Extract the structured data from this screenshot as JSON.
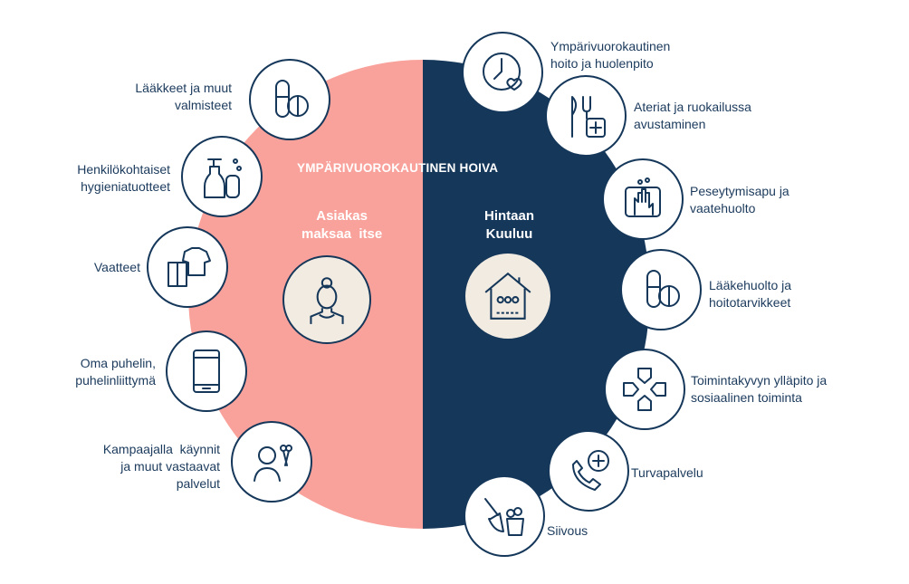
{
  "title": "YMPÄRIVUOROKAUTINEN HOIVA",
  "left": {
    "heading": "Asiakas\nmaksaa  itse",
    "center_icon": "elderly-woman-icon",
    "color": "#f9a29b",
    "items": [
      {
        "label": "Lääkkeet ja muut\nvalmisteet",
        "icon": "pills-icon"
      },
      {
        "label": "Henkilökohtaiset\nhygieniatuotteet",
        "icon": "soap-bottles-icon"
      },
      {
        "label": "Vaatteet",
        "icon": "clothes-icon"
      },
      {
        "label": "Oma puhelin,\npuhelinliittymä",
        "icon": "phone-icon"
      },
      {
        "label": "Kampaajalla  käynnit\nja muut vastaavat\npalvelut",
        "icon": "hairdresser-icon"
      }
    ]
  },
  "right": {
    "heading": "Hintaan\nKuuluu",
    "center_icon": "care-home-icon",
    "color": "#15375a",
    "items": [
      {
        "label": "Ympärivuorokautinen\nhoito ja huolenpito",
        "icon": "clock-heart-icon"
      },
      {
        "label": "Ateriat ja ruokailussa\navustaminen",
        "icon": "cutlery-icon"
      },
      {
        "label": "Peseytymisapu ja\nvaatehuolto",
        "icon": "washing-hands-icon"
      },
      {
        "label": "Lääkehuolto ja\nhoitotarvikkeet",
        "icon": "medicine-icon"
      },
      {
        "label": "Toimintakyvyn ylläpito ja\nsosiaalinen toiminta",
        "icon": "helping-hands-icon"
      },
      {
        "label": "Turvapalvelu",
        "icon": "emergency-phone-icon"
      },
      {
        "label": "Siivous",
        "icon": "cleaning-icon"
      }
    ]
  }
}
